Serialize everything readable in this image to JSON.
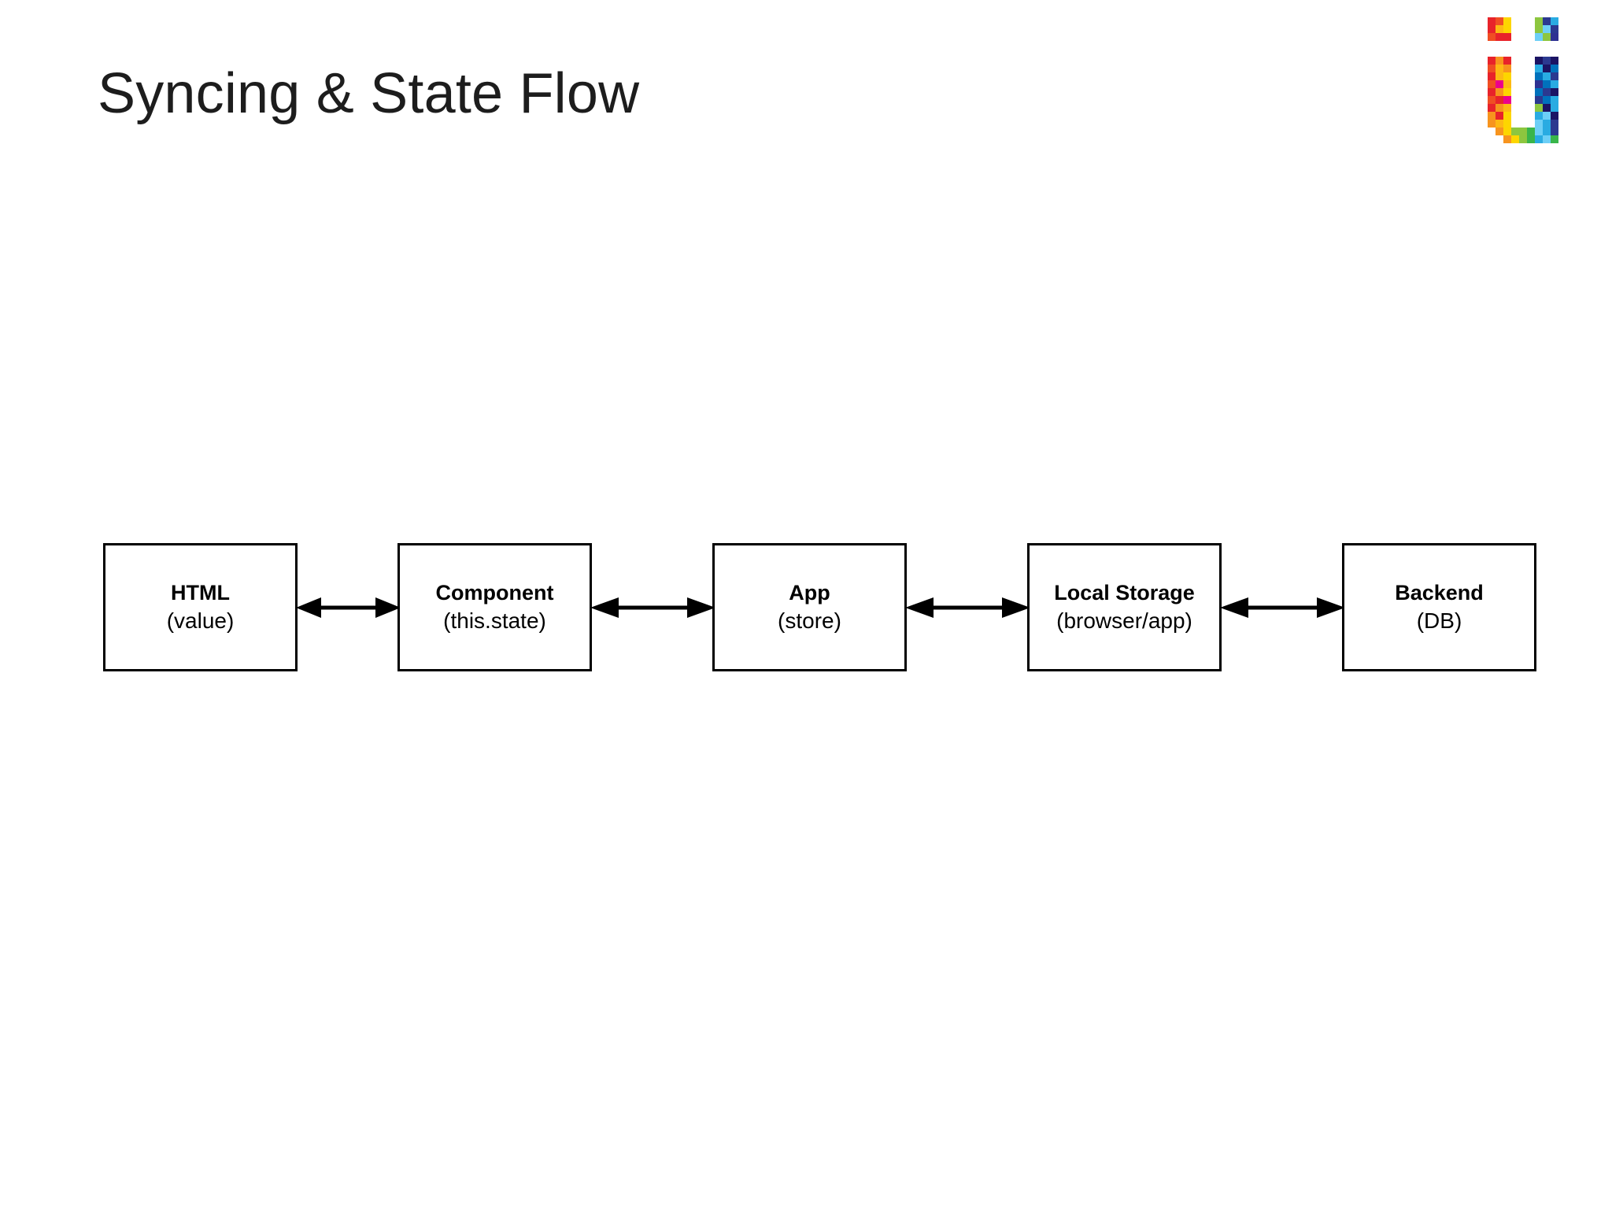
{
  "slide": {
    "title": "Syncing & State Flow",
    "background_color": "#ffffff",
    "title_color": "#1d1d1d"
  },
  "logo": {
    "name": "uipath-pixel-logo",
    "alt": "Ui pixel mosaic logo",
    "warm_colors": [
      "#e8232a",
      "#f04e23",
      "#f7941e",
      "#fdb913",
      "#fdd600",
      "#ec008c"
    ],
    "cool_colors": [
      "#1b1464",
      "#2b3990",
      "#2e3192",
      "#0071bc",
      "#29abe2",
      "#6dcff6",
      "#8dc63f",
      "#39b54a"
    ]
  },
  "diagram": {
    "type": "flow",
    "orientation": "horizontal",
    "node_border_color": "#000000",
    "node_fill_color": "#ffffff",
    "arrow_color": "#000000",
    "nodes": [
      {
        "title": "HTML",
        "sub": "(value)"
      },
      {
        "title": "Component",
        "sub": "(this.state)"
      },
      {
        "title": "App",
        "sub": "(store)"
      },
      {
        "title": "Local Storage",
        "sub": "(browser/app)"
      },
      {
        "title": "Backend",
        "sub": "(DB)"
      }
    ],
    "connectors": [
      {
        "from": "HTML",
        "to": "Component",
        "style": "double-arrow"
      },
      {
        "from": "Component",
        "to": "App",
        "style": "double-arrow"
      },
      {
        "from": "App",
        "to": "Local Storage",
        "style": "double-arrow"
      },
      {
        "from": "Local Storage",
        "to": "Backend",
        "style": "double-arrow"
      }
    ]
  }
}
